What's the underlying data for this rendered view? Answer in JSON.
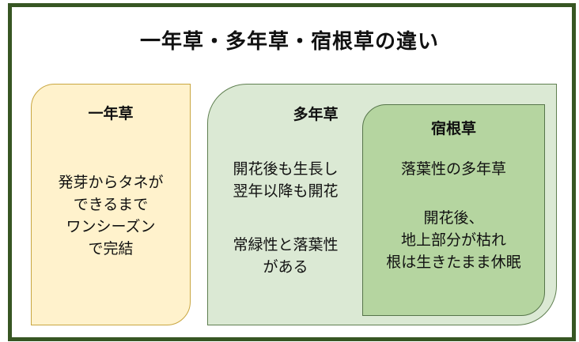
{
  "title": "一年草・多年草・宿根草の違い",
  "annual": {
    "heading": "一年草",
    "lines": [
      "発芽からタネが",
      "できるまで",
      "ワンシーズン",
      "で完結"
    ]
  },
  "perennial": {
    "heading": "多年草",
    "para1": [
      "開花後も生長し",
      "翌年以降も開花"
    ],
    "para2": [
      "常緑性と落葉性",
      "がある"
    ]
  },
  "hardy_perennial": {
    "heading": "宿根草",
    "para1": [
      "落葉性の多年草"
    ],
    "para2": [
      "開花後、",
      "地上部分が枯れ",
      "根は生きたまま休眠"
    ]
  },
  "colors": {
    "frame": "#375623",
    "annual_fill": "#fff2cc",
    "perennial_fill": "#dbe9d4",
    "hardy_fill": "#b5d5a0"
  }
}
